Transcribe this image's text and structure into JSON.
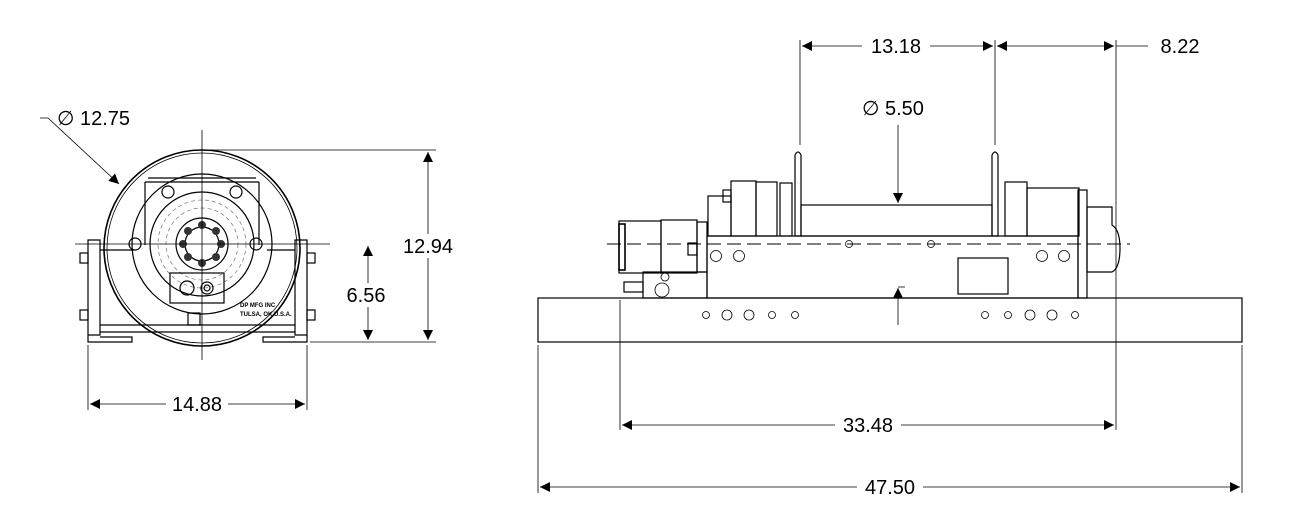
{
  "drawing": {
    "end_view": {
      "drum_flange_diameter": "∅ 12.75",
      "overall_height": "12.94",
      "centerline_height": "6.56",
      "overall_width": "14.88",
      "maker_label_line1": "DP MFG INC",
      "maker_label_line2": "TULSA, OK U.S.A."
    },
    "side_view": {
      "drum_length": "13.18",
      "right_offset": "8.22",
      "drum_barrel_diameter": "∅ 5.50",
      "motor_to_end_length": "33.48",
      "overall_base_length": "47.50"
    }
  }
}
